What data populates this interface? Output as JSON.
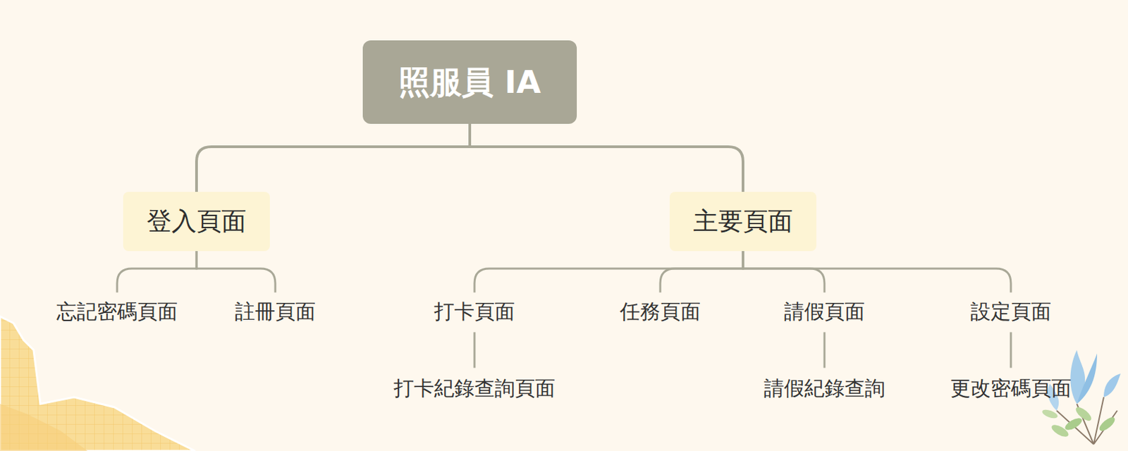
{
  "diagram": {
    "nodes": [
      {
        "text": [
          "照服員 IA"
        ]
      },
      {
        "text": [
          "登入頁面"
        ]
      },
      {
        "text": [
          "主要頁面"
        ]
      },
      {
        "text": [
          "忘記密碼頁面"
        ]
      },
      {
        "text": [
          "註冊頁面"
        ]
      },
      {
        "text": [
          "打卡頁面"
        ]
      },
      {
        "text": [
          "任務頁面"
        ]
      },
      {
        "text": [
          "請假頁面"
        ]
      },
      {
        "text": [
          "設定頁面"
        ]
      },
      {
        "text": [
          "打卡紀錄查詢頁面"
        ]
      },
      {
        "text": [
          "請假紀錄查詢"
        ]
      },
      {
        "text": [
          "更改密碼頁面"
        ]
      }
    ],
    "edges": [
      {
        "from": 0,
        "to": 1,
        "arrow": "none"
      },
      {
        "from": 0,
        "to": 2,
        "arrow": "none"
      },
      {
        "from": 1,
        "to": 3,
        "arrow": "none"
      },
      {
        "from": 1,
        "to": 4,
        "arrow": "none"
      },
      {
        "from": 2,
        "to": 5,
        "arrow": "none"
      },
      {
        "from": 2,
        "to": 6,
        "arrow": "none"
      },
      {
        "from": 2,
        "to": 7,
        "arrow": "none"
      },
      {
        "from": 2,
        "to": 8,
        "arrow": "none"
      },
      {
        "from": 5,
        "to": 9,
        "arrow": "none"
      },
      {
        "from": 7,
        "to": 10,
        "arrow": "none"
      },
      {
        "from": 8,
        "to": 11,
        "arrow": "none"
      }
    ]
  }
}
